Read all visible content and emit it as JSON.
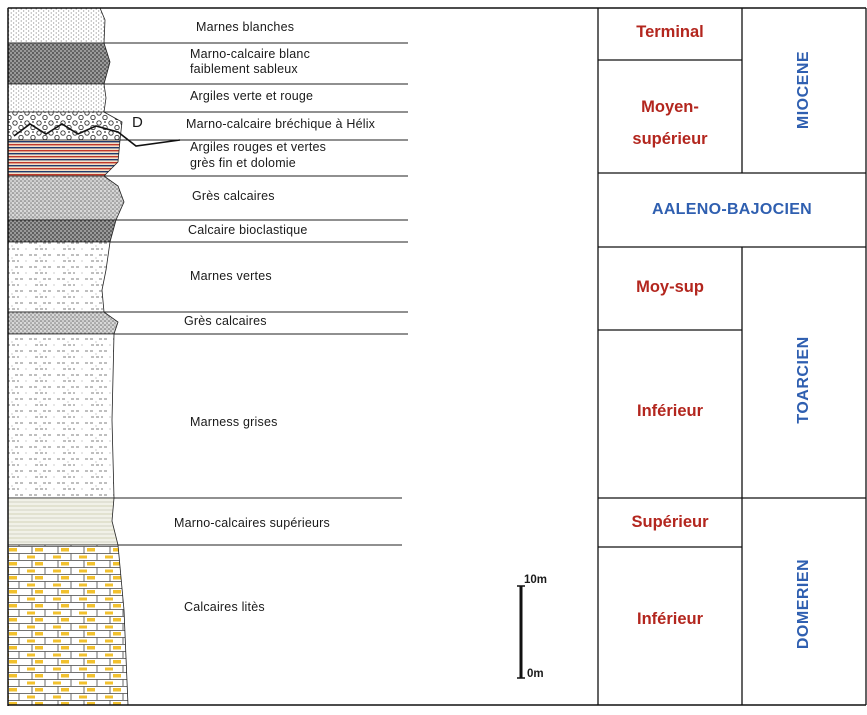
{
  "layers": [
    {
      "id": "marnes-blanches",
      "label": "Marnes blanches"
    },
    {
      "id": "marno-calcaire-blanc",
      "label": "Marno-calcaire blanc\nfaiblement sableux"
    },
    {
      "id": "argiles-vr",
      "label": "Argiles verte et rouge"
    },
    {
      "id": "marno-calcaire-brechique",
      "label": "Marno-calcaire bréchique à Hélix"
    },
    {
      "id": "argiles-rv",
      "label": "Argiles rouges et vertes\ngrès fin et dolomie"
    },
    {
      "id": "gres-calcaires-1",
      "label": "Grès calcaires"
    },
    {
      "id": "calcaire-bioclastique",
      "label": "Calcaire bioclastique"
    },
    {
      "id": "marnes-vertes",
      "label": "Marnes vertes"
    },
    {
      "id": "gres-calcaires-2",
      "label": "Grès calcaires"
    },
    {
      "id": "marness-grises",
      "label": "Marness grises"
    },
    {
      "id": "marno-calcaires-sup",
      "label": "Marno-calcaires supérieurs"
    },
    {
      "id": "calcaires-lites",
      "label": "Calcaires litès"
    }
  ],
  "marker_d": "D",
  "stages": [
    {
      "id": "terminal",
      "label": "Terminal"
    },
    {
      "id": "moyen-superieur",
      "label": "Moyen-\nsupérieur"
    },
    {
      "id": "moy-sup",
      "label": "Moy-sup"
    },
    {
      "id": "inferieur-toarcien",
      "label": "Inférieur"
    },
    {
      "id": "superieur",
      "label": "Supérieur"
    },
    {
      "id": "inferieur-domerien",
      "label": "Inférieur"
    }
  ],
  "epochs": {
    "miocene": "MIOCENE",
    "aaleno": "AALENO-BAJOCIEN",
    "toarcien": "TOARCIEN",
    "domerien": "DOMERIEN"
  },
  "scale": {
    "top": "10m",
    "bottom": "0m"
  },
  "colors": {
    "stage_red": "#b3261e",
    "epoch_blue": "#2f5fb0",
    "limestone_yellow": "#f2c12e"
  }
}
